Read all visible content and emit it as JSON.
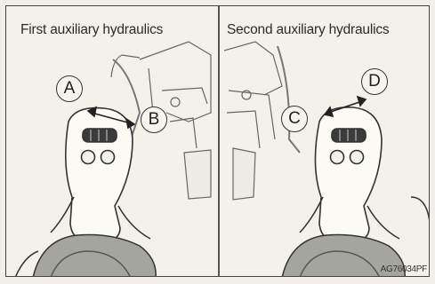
{
  "panels": [
    {
      "caption": "First auxiliary hydraulics",
      "callouts": [
        "A",
        "B"
      ]
    },
    {
      "caption": "Second auxiliary hydraulics",
      "callouts": [
        "C",
        "D"
      ]
    }
  ],
  "figure_code": "AG76034PF",
  "colors": {
    "ink": "#333333",
    "paper": "#f1efe8",
    "shade": "#9b9b96"
  }
}
